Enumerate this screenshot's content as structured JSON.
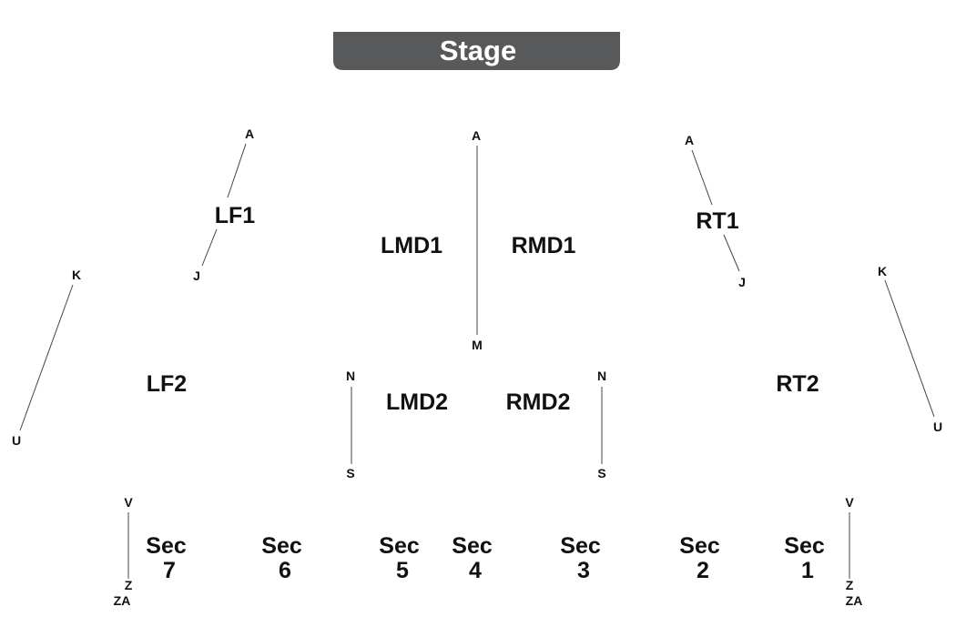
{
  "stage": {
    "label": "Stage"
  },
  "sections": {
    "lf1": "LF1",
    "lmd1": "LMD1",
    "rmd1": "RMD1",
    "rt1": "RT1",
    "lf2": "LF2",
    "lmd2": "LMD2",
    "rmd2": "RMD2",
    "rt2": "RT2",
    "sec7": [
      "Sec",
      "7"
    ],
    "sec6": [
      "Sec",
      "6"
    ],
    "sec5": [
      "Sec",
      "5"
    ],
    "sec4": [
      "Sec",
      "4"
    ],
    "sec3": [
      "Sec",
      "3"
    ],
    "sec2": [
      "Sec",
      "2"
    ],
    "sec1": [
      "Sec",
      "1"
    ]
  },
  "rows": {
    "lf1_start": "A",
    "lf1_end": "J",
    "center_start": "A",
    "center_end": "M",
    "rt1_start": "A",
    "rt1_end": "J",
    "lf2_start": "K",
    "lf2_end": "U",
    "rt2_start": "K",
    "rt2_end": "U",
    "lmd2_start": "N",
    "lmd2_end": "S",
    "rmd2_start": "N",
    "rmd2_end": "S",
    "sec7_start": "V",
    "sec7_end": "Z",
    "sec7_extra": "ZA",
    "sec1_start": "V",
    "sec1_end": "Z",
    "sec1_extra": "ZA"
  }
}
